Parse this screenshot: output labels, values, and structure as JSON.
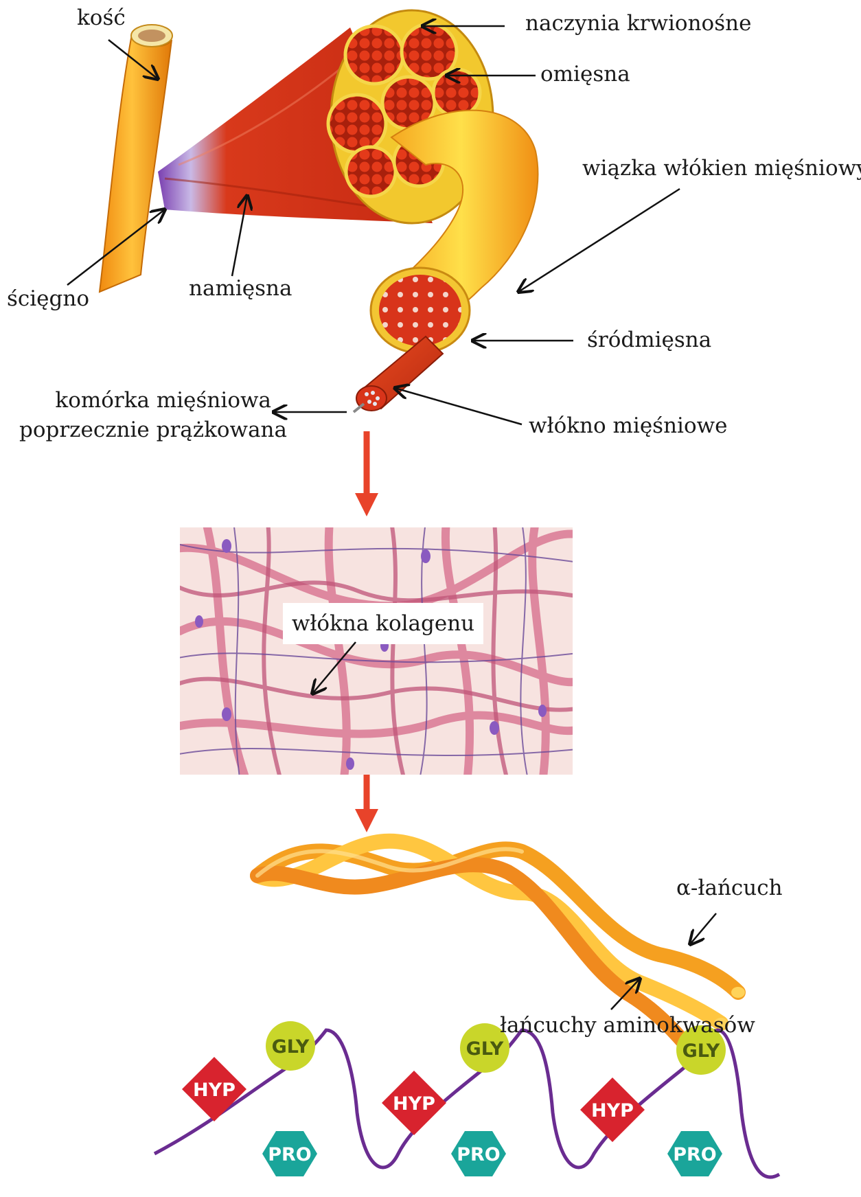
{
  "labels": {
    "kosc": "kość",
    "naczynia": "naczynia krwionośne",
    "omiesna": "omięsna",
    "wiazka": "wiązka włókien mięśniowych",
    "sciegno": "ścięgno",
    "namiesna": "namięsna",
    "srodmiesna": "śródmięsna",
    "komorka_line1": "komórka mięśniowa",
    "komorka_line2": "poprzecznie prążkowana",
    "wlokno": "włókno mięśniowe",
    "kolagen": "włókna kolagenu",
    "alfa": "α-łańcuch",
    "aminokwasy": "łańcuchy aminokwasów"
  },
  "amino_acids": {
    "hyp": "HYP",
    "gly": "GLY",
    "pro": "PRO"
  },
  "colors": {
    "arrow_red": "#e8432a",
    "hyp_red": "#d8232e",
    "gly_yellow": "#c9d62a",
    "pro_teal": "#1aa59a",
    "chain_purple": "#6a2c91",
    "muscle_red": "#d93a1c",
    "tendon_orange": "#f0a020",
    "collagen_pink": "#d9728f"
  },
  "icons": [
    "red-down-arrow",
    "hyp-diamond",
    "gly-circle",
    "pro-hexagon"
  ]
}
